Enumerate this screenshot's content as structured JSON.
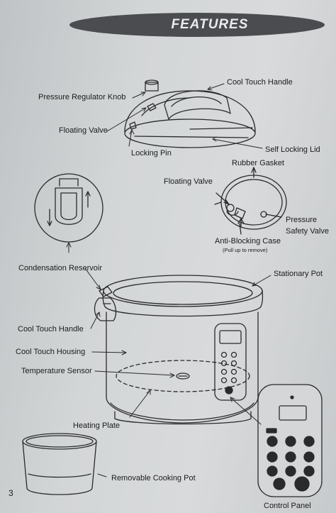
{
  "header": {
    "title": "FEATURES"
  },
  "labels": {
    "pressure_regulator_knob": "Pressure Regulator Knob",
    "cool_touch_handle_lid": "Cool Touch Handle",
    "floating_valve_lid": "Floating Valve",
    "locking_pin": "Locking Pin",
    "self_locking_lid": "Self Locking Lid",
    "rubber_gasket": "Rubber Gasket",
    "floating_valve_gasket": "Floating Valve",
    "pressure": "Pressure",
    "safety_valve": "Safety Valve",
    "anti_blocking_case": "Anti-Blocking Case",
    "pull_up_to_remove": "(Pull up to remove)",
    "condensation_reservoir": "Condensation Reservoir",
    "stationary_pot": "Stationary Pot",
    "cool_touch_handle_body": "Cool Touch Handle",
    "cool_touch_housing": "Cool Touch Housing",
    "temperature_sensor": "Temperature Sensor",
    "heating_plate": "Heating Plate",
    "removable_cooking_pot": "Removable Cooking Pot",
    "control_panel": "Control Panel"
  },
  "page_number": "3"
}
